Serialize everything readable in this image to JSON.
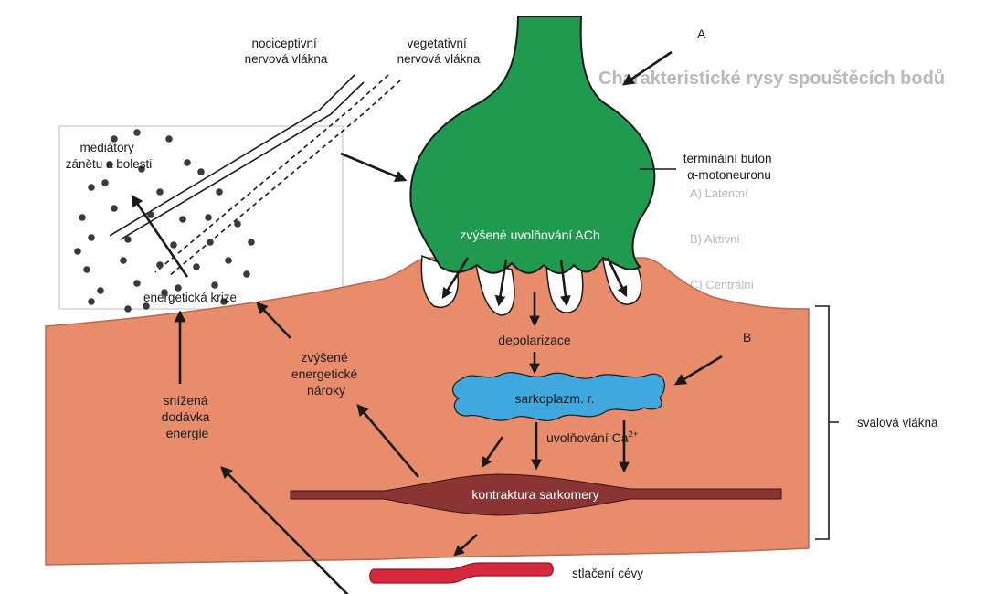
{
  "colors": {
    "muscle": "#e88c6c",
    "muscle_edge": "#b56a52",
    "neuron": "#1f9a4f",
    "neuron_edge": "#1a1a1a",
    "reticulum": "#3fa9df",
    "sarcomere": "#8a3434",
    "vessel": "#d8283f",
    "dots": "#3a3a3a"
  },
  "labels": {
    "nociceptive": [
      "nociceptivní",
      "nervová vlákna"
    ],
    "vegetative": [
      "vegetativní",
      "nervová vlákna"
    ],
    "mediators": [
      "mediátory",
      "zánětu a bolesti"
    ],
    "terminal": [
      "terminální buton",
      "α-motoneuronu"
    ],
    "ach": "zvýšené uvolňování ACh",
    "energy_crisis": "energetická krize",
    "depolarization": "depolarizace",
    "energy_demand": [
      "zvýšené",
      "energetické",
      "nároky"
    ],
    "reduced_supply": [
      "snížená",
      "dodávka",
      "energie"
    ],
    "reticulum": "sarkoplazm. r.",
    "calcium": "uvolňování Ca",
    "calcium_sup": "2+",
    "muscle_fibers": "svalová vlákna",
    "contracture": "kontraktura sarkomery",
    "vessel": "stlačení cévy",
    "letter_a": "A",
    "letter_b": "B"
  },
  "background_text": {
    "heading": "Charakteristické rysy spouštěcích bodů",
    "lines": [
      "A) Latentní",
      "B) Aktivní",
      "C) Centrální"
    ]
  }
}
